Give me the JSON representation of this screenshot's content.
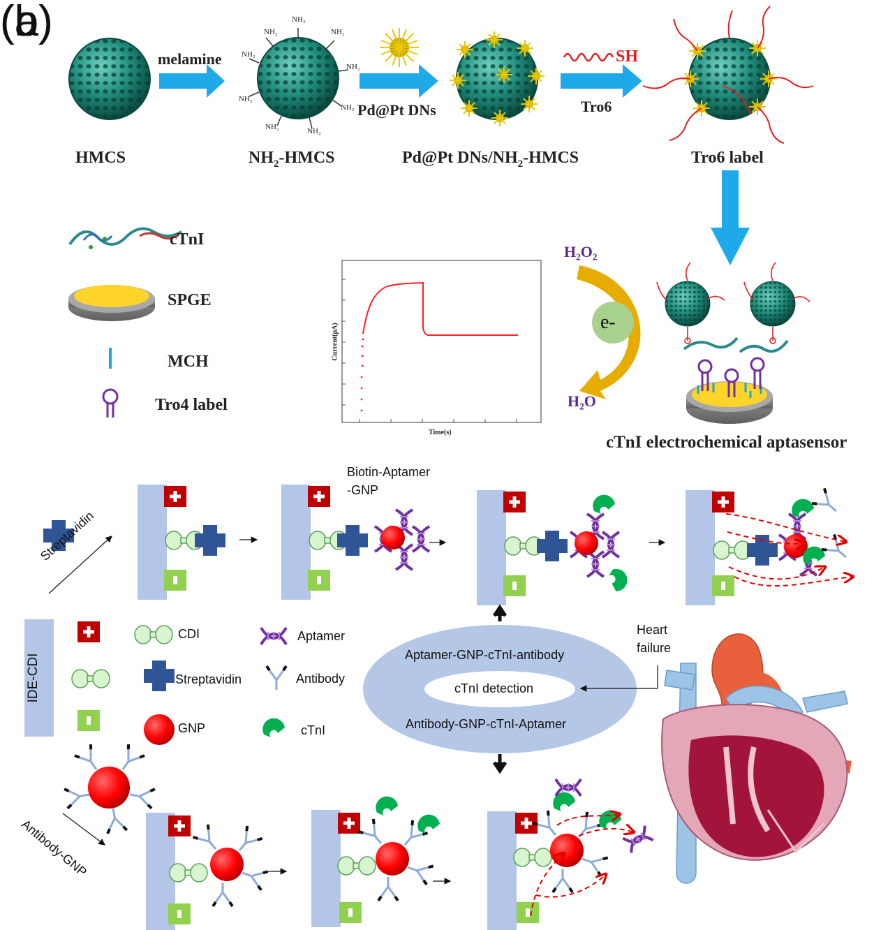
{
  "panel_a": {
    "label": "(a)",
    "arrows": {
      "step1": "melamine",
      "step2": "Pd@Pt DNs",
      "step3_top": "SH",
      "step3_bottom": "Tro6"
    },
    "captions": {
      "hmcs": "HMCS",
      "nh2_hmcs_prefix": "NH",
      "nh2_hmcs_sub": "2",
      "nh2_hmcs_suffix": "-HMCS",
      "pdpt_prefix": "Pd@Pt DNs/NH",
      "pdpt_sub": "2",
      "pdpt_suffix": "-HMCS",
      "tro6": "Tro6 label"
    },
    "nh2_tag": "NH₂",
    "legend": {
      "ctni": "cTnI",
      "spge": "SPGE",
      "mch": "MCH",
      "tro4": "Tro4 label"
    },
    "plot": {
      "ylabel": "Current(μA)",
      "xlabel": "Time(s)"
    },
    "reaction": {
      "h2o2": "H₂O₂",
      "electron": "e-",
      "h2o": "H₂O"
    },
    "sensor_title": "cTnI electrochemical aptasensor"
  },
  "panel_b": {
    "label": "(b)",
    "top_labels": {
      "biotin_line1": "Biotin-Aptamer",
      "biotin_line2": "-GNP",
      "streptavidin_arrow": "Streptavidin"
    },
    "legend": {
      "ide_cdi": "IDE-CDI",
      "cdi": "CDI",
      "streptavidin": "Streptavidin",
      "gnp": "GNP",
      "aptamer": "Aptamer",
      "antibody": "Antibody",
      "ctni": "cTnI"
    },
    "ring": {
      "top": "Aptamer-GNP-cTnI-antibody",
      "center": "cTnI detection",
      "bottom": "Antibody-GNP-cTnI-Aptamer"
    },
    "heart_label_line1": "Heart",
    "heart_label_line2": "failure",
    "antibody_gnp_arrow": "Antibody-GNP"
  },
  "colors": {
    "arrow_blue": "#1ea9e8",
    "sphere_teal": "#1f8d7c",
    "electrode_blue": "#b4c6e7",
    "plus_red": "#c00000",
    "minus_green": "#92d050",
    "streptavidin_blue": "#2f5597",
    "gnp_red": "#ff0000",
    "aptamer_purple": "#7030a0",
    "ctni_green": "#00b050",
    "ring_blue": "#b4c7e7",
    "plot_red": "#ff2020"
  }
}
